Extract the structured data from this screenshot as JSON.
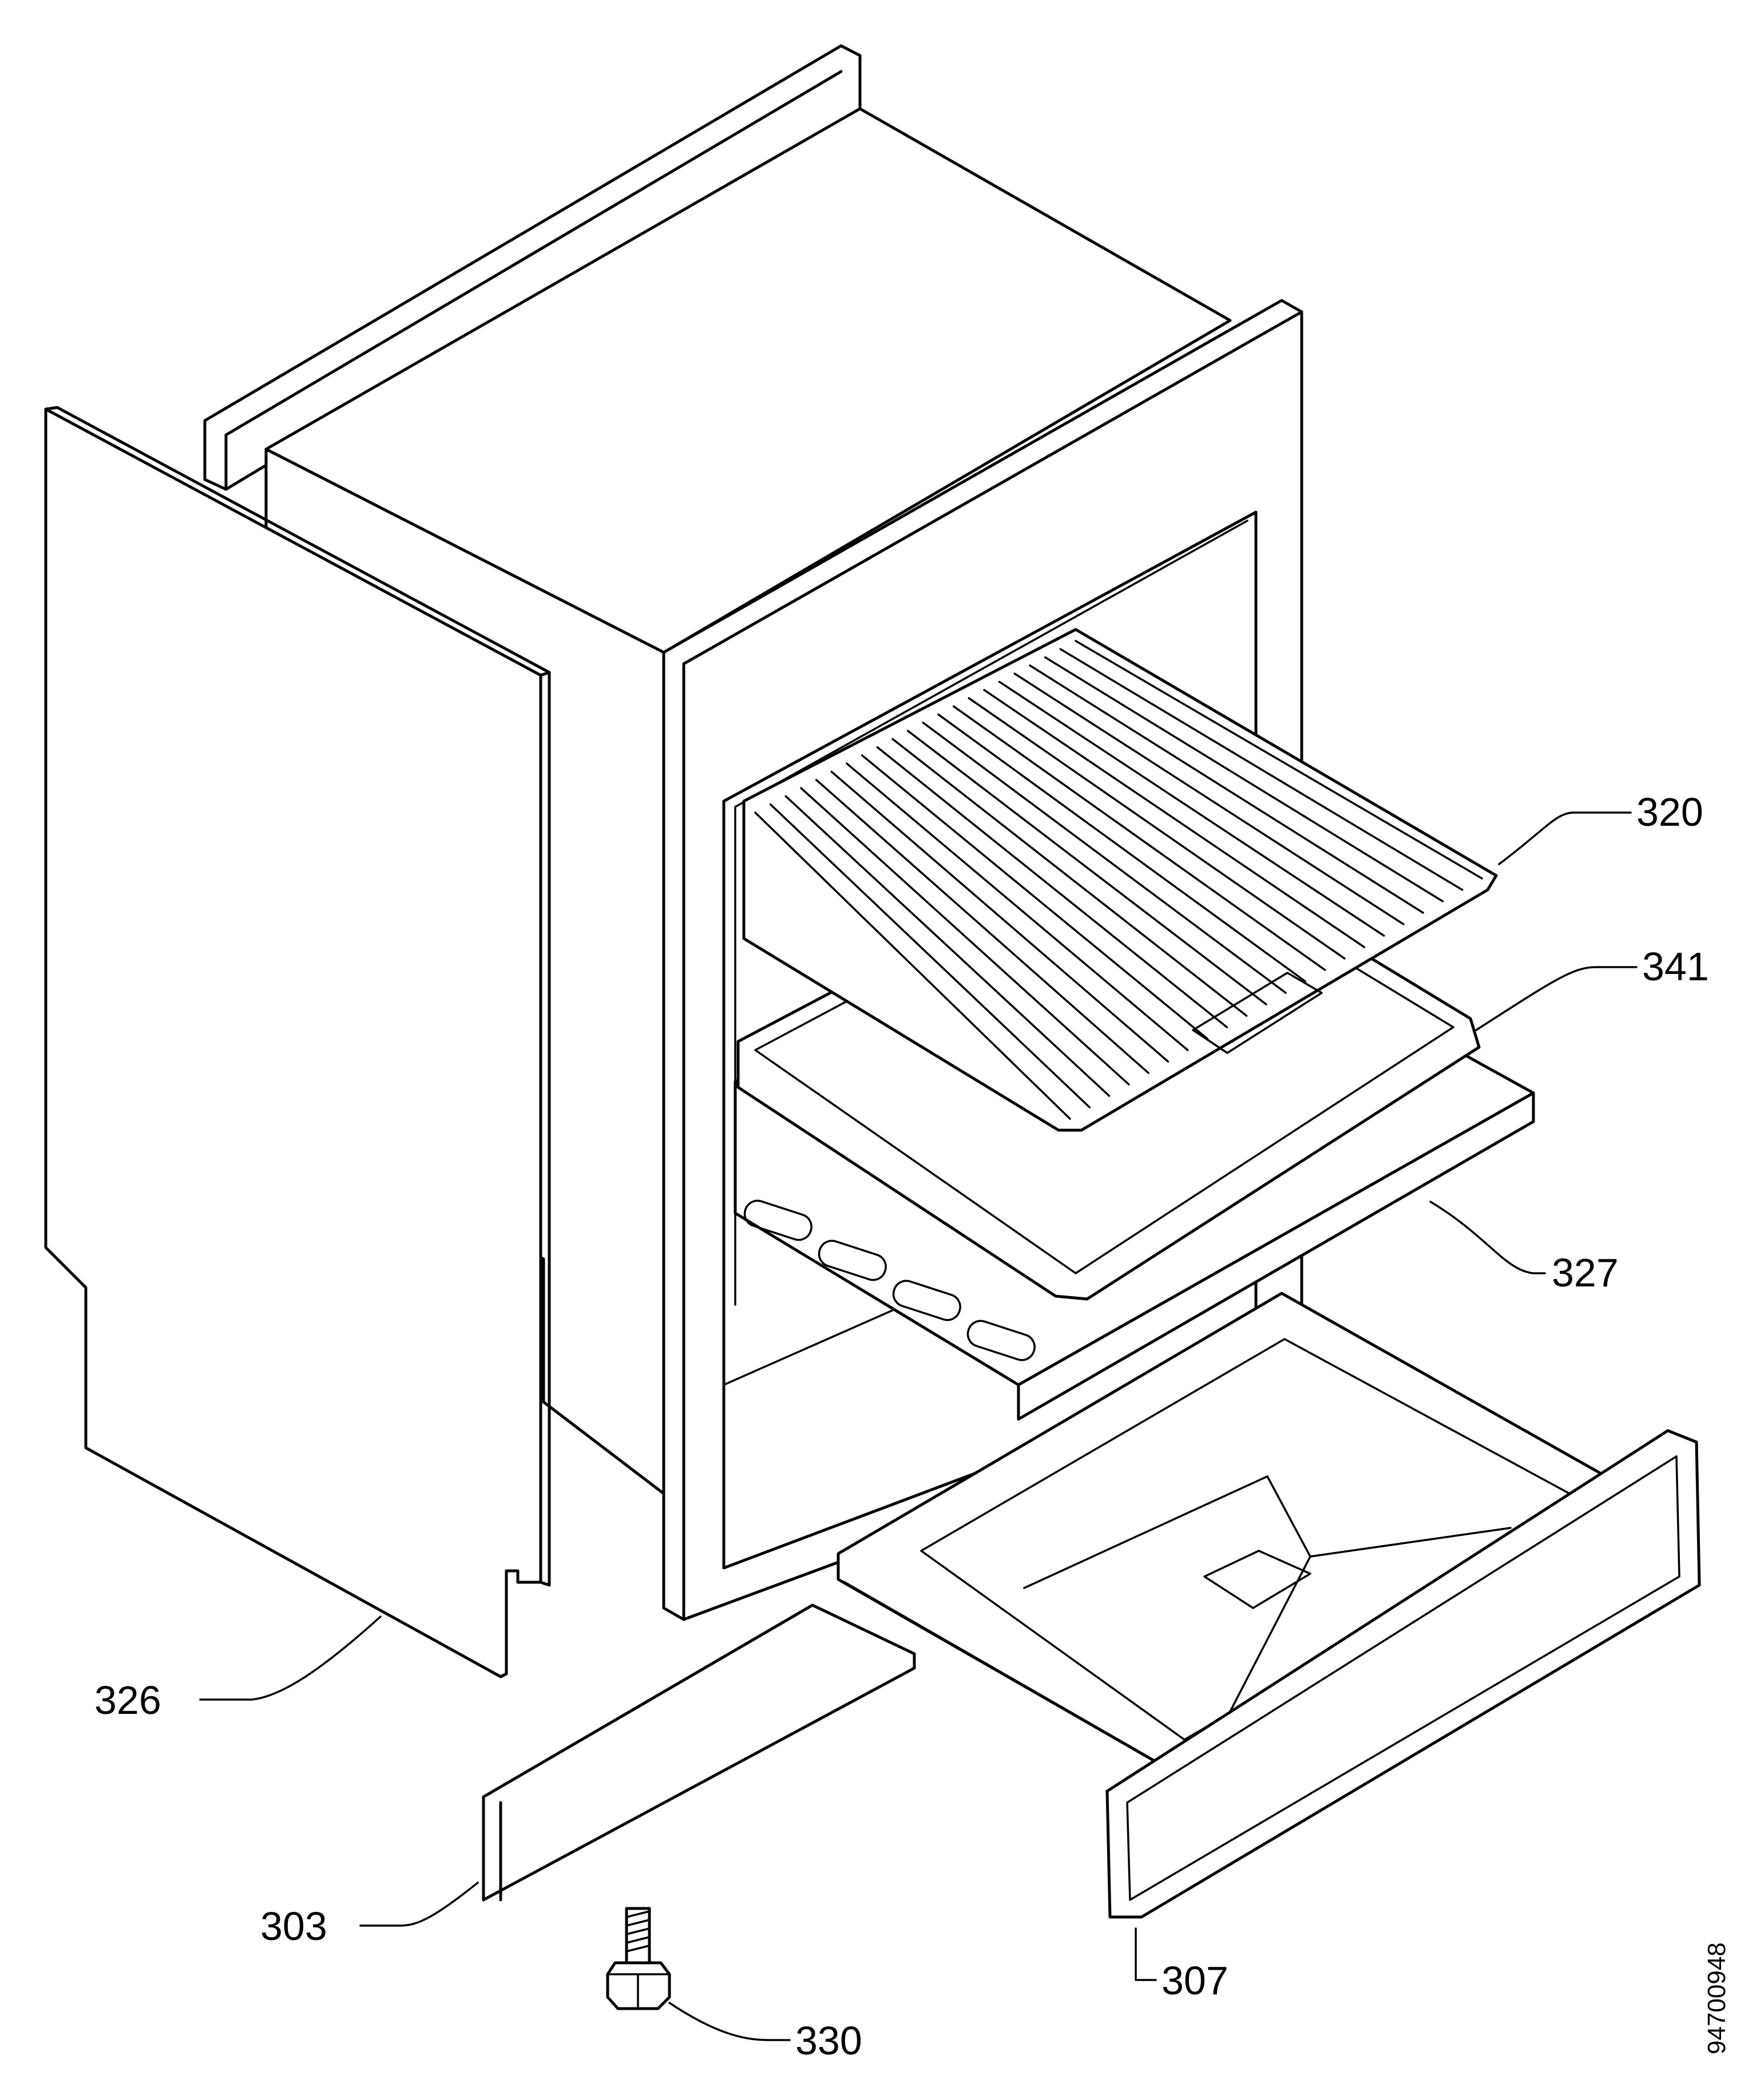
{
  "labels": {
    "p320": "320",
    "p341": "341",
    "p327": "327",
    "p326": "326",
    "p303": "303",
    "p307": "307",
    "p330": "330"
  },
  "drawing_ref": "94700948"
}
